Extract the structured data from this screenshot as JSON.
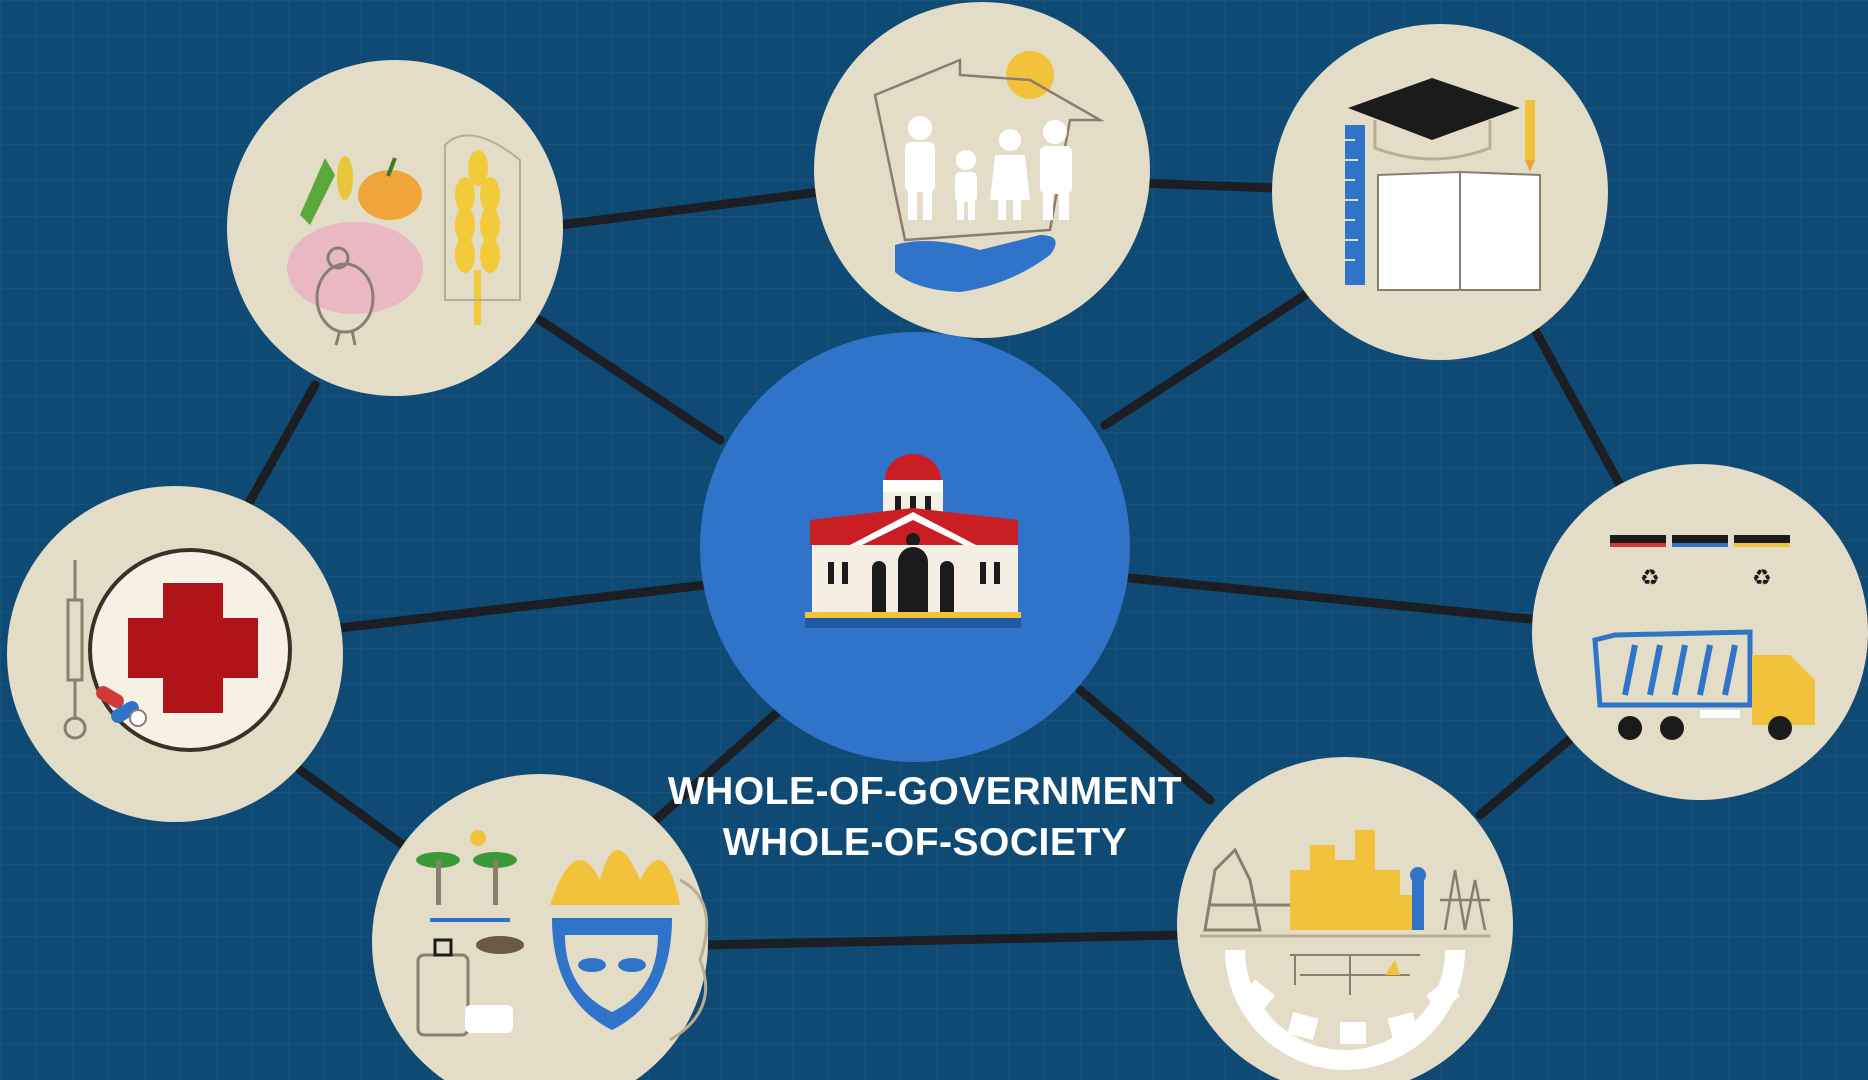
{
  "diagram": {
    "type": "hub-and-spoke network",
    "center": {
      "icon": "government-building-icon",
      "color": "#2f74c9"
    },
    "caption": {
      "line1": "WHOLE-OF-GOVERNMENT",
      "line2": "WHOLE-OF-SOCIETY"
    },
    "nodes": [
      {
        "id": "agriculture",
        "icon": "agriculture-icon"
      },
      {
        "id": "social-welfare",
        "icon": "family-welfare-icon"
      },
      {
        "id": "education",
        "icon": "education-icon"
      },
      {
        "id": "health",
        "icon": "health-cross-icon"
      },
      {
        "id": "environment",
        "icon": "garbage-truck-icon"
      },
      {
        "id": "tourism-culture",
        "icon": "tourism-festival-icon"
      },
      {
        "id": "infrastructure-industry",
        "icon": "infrastructure-gear-icon"
      }
    ],
    "colors": {
      "background": "#0e4a74",
      "grid": "#1c5b86",
      "node_fill": "#e3dcc6",
      "connector": "#1b1f24",
      "hub": "#2f74c9",
      "caption_text": "#ffffff"
    }
  }
}
